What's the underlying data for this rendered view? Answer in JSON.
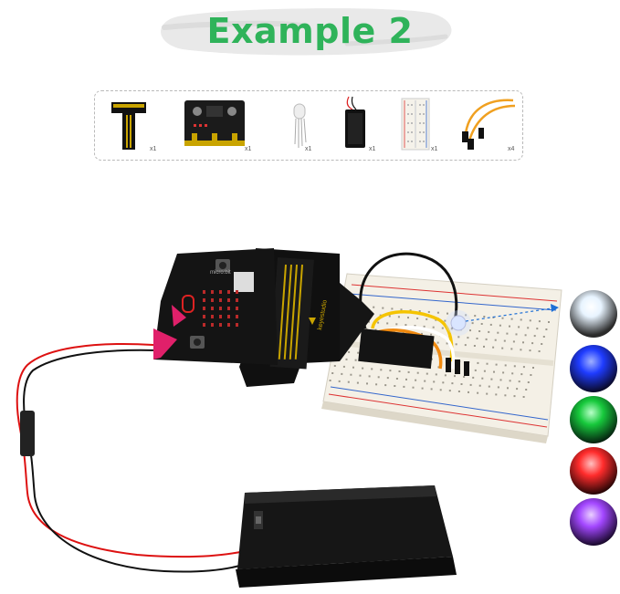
{
  "title": "Example 2",
  "parts": [
    {
      "name": "breakout-board",
      "qty": "x1"
    },
    {
      "name": "microbit",
      "qty": "x1"
    },
    {
      "name": "rgb-led",
      "qty": "x1"
    },
    {
      "name": "battery-holder",
      "qty": "x1"
    },
    {
      "name": "breadboard",
      "qty": "x1"
    },
    {
      "name": "jumper-wires",
      "qty": "x4"
    }
  ],
  "board_text": {
    "microbit": "micro:bit",
    "shield": "keyestudio"
  },
  "led_colors": [
    {
      "name": "white",
      "color": "#e8f4ff"
    },
    {
      "name": "blue",
      "color": "#1f3cff"
    },
    {
      "name": "green",
      "color": "#17c93c"
    },
    {
      "name": "red",
      "color": "#ff2c2c"
    },
    {
      "name": "purple",
      "color": "#a347ff"
    }
  ],
  "colors": {
    "title": "#2fb35a",
    "arrow": "#1d6fd6"
  }
}
